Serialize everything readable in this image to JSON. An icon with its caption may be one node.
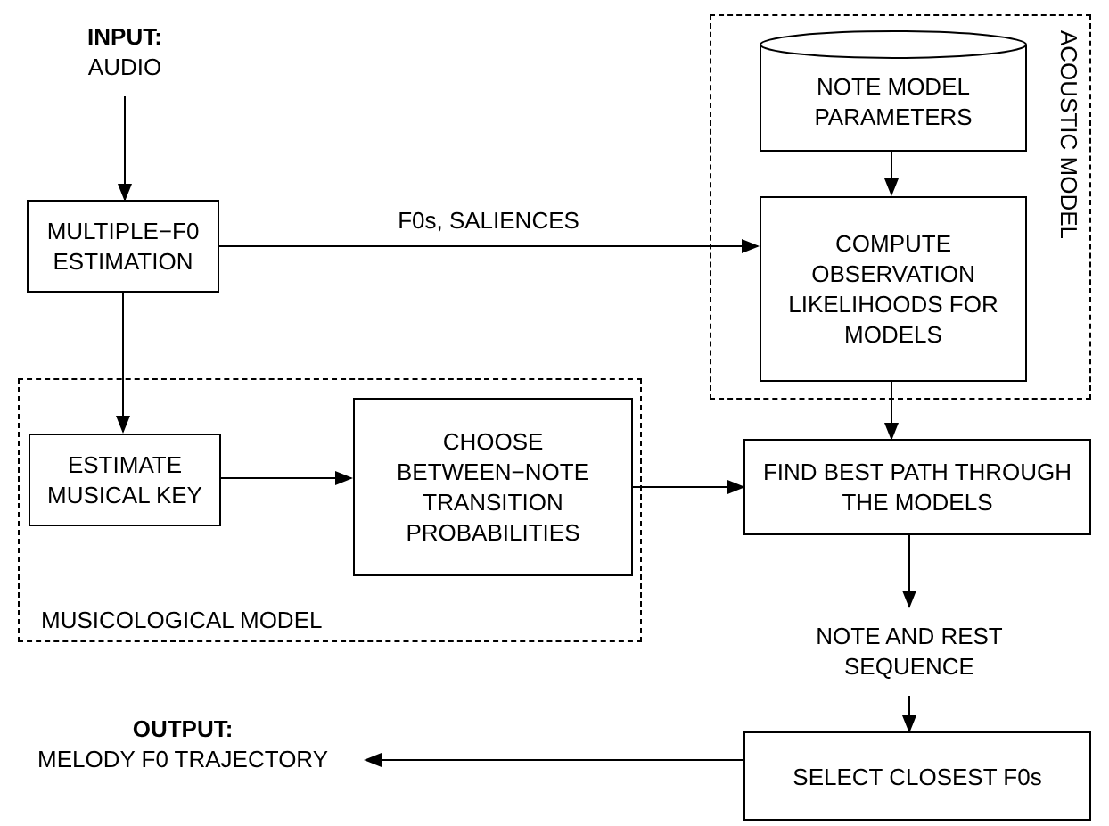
{
  "diagram": {
    "nodes": [
      {
        "text": [
          "INPUT:",
          "AUDIO"
        ]
      },
      {
        "text": [
          "MULTIPLE−F0 ESTIMATION"
        ]
      },
      {
        "text": [
          "ACOUSTIC MODEL"
        ]
      },
      {
        "text": [
          "NOTE MODEL PARAMETERS"
        ],
        "in": 2
      },
      {
        "text": [
          "COMPUTE OBSERVATION LIKELIHOODS FOR MODELS"
        ],
        "in": 2
      },
      {
        "text": [
          "MUSICOLOGICAL MODEL"
        ]
      },
      {
        "text": [
          "ESTIMATE MUSICAL KEY"
        ],
        "in": 5
      },
      {
        "text": [
          "CHOOSE BETWEEN−NOTE TRANSITION PROBABILITIES"
        ],
        "in": 5
      },
      {
        "text": [
          "FIND BEST PATH THROUGH THE MODELS"
        ]
      },
      {
        "text": [
          "NOTE AND REST SEQUENCE"
        ]
      },
      {
        "text": [
          "SELECT CLOSEST F0s"
        ]
      },
      {
        "text": [
          "OUTPUT:",
          "MELODY F0 TRAJECTORY"
        ]
      }
    ],
    "edges": [
      {
        "from": 0,
        "to": 1,
        "arrow": "to"
      },
      {
        "from": 1,
        "to": 4,
        "arrow": "to",
        "label": "F0s, SALIENCES"
      },
      {
        "from": 3,
        "to": 4,
        "arrow": "to"
      },
      {
        "from": 1,
        "to": 6,
        "arrow": "to"
      },
      {
        "from": 6,
        "to": 7,
        "arrow": "to"
      },
      {
        "from": 7,
        "to": 8,
        "arrow": "to"
      },
      {
        "from": 4,
        "to": 8,
        "arrow": "to"
      },
      {
        "from": 8,
        "to": 9,
        "arrow": "to"
      },
      {
        "from": 9,
        "to": 10,
        "arrow": "to"
      },
      {
        "from": 10,
        "to": 11,
        "arrow": "to"
      }
    ]
  }
}
